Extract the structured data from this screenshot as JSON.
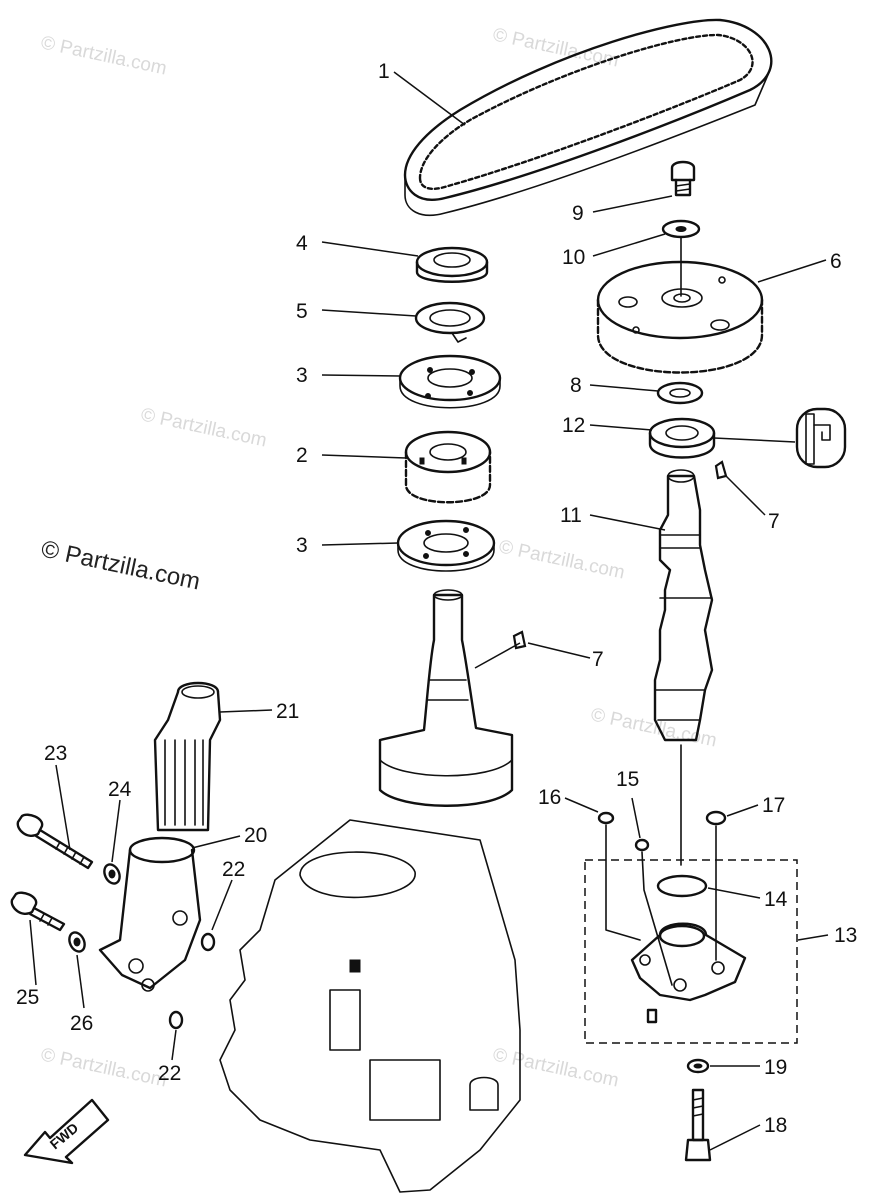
{
  "watermarks": [
    "© Partzilla.com",
    "© Partzilla.com",
    "© Partzilla.com",
    "© Partzilla.com",
    "© Partzilla.com",
    "© Partzilla.com",
    "© Partzilla.com"
  ],
  "main_watermark": "© Partzilla.com",
  "direction_label": "FWD",
  "callouts": [
    "1",
    "4",
    "5",
    "3",
    "2",
    "3",
    "9",
    "10",
    "6",
    "8",
    "12",
    "7",
    "11",
    "7",
    "21",
    "23",
    "24",
    "20",
    "22",
    "25",
    "26",
    "22",
    "16",
    "15",
    "17",
    "14",
    "13",
    "19",
    "18"
  ]
}
